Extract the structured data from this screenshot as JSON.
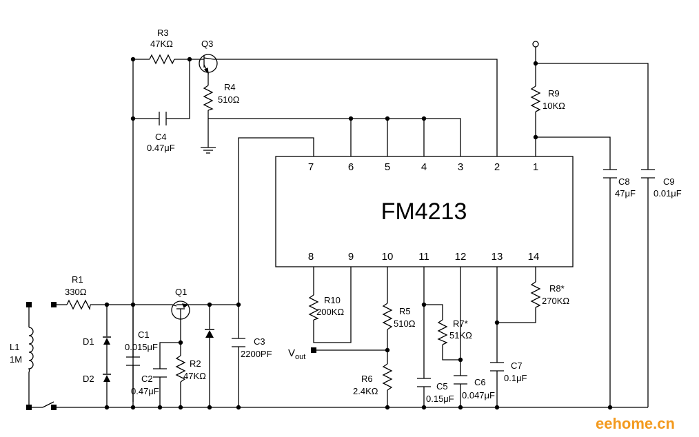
{
  "chip": {
    "name": "FM4213",
    "top_pins": [
      "7",
      "6",
      "5",
      "4",
      "3",
      "2",
      "1"
    ],
    "bottom_pins": [
      "8",
      "9",
      "10",
      "11",
      "12",
      "13",
      "14"
    ]
  },
  "components": {
    "R1": {
      "name": "R1",
      "value": "330Ω"
    },
    "R2": {
      "name": "R2",
      "value": "47KΩ"
    },
    "R3": {
      "name": "R3",
      "value": "47KΩ"
    },
    "R4": {
      "name": "R4",
      "value": "510Ω"
    },
    "R5": {
      "name": "R5",
      "value": "510Ω"
    },
    "R6": {
      "name": "R6",
      "value": "2.4KΩ"
    },
    "R7": {
      "name": "R7*",
      "value": "51KΩ"
    },
    "R8": {
      "name": "R8*",
      "value": "270KΩ"
    },
    "R9": {
      "name": "R9",
      "value": "10KΩ"
    },
    "R10": {
      "name": "R10",
      "value": "200KΩ"
    },
    "C1": {
      "name": "C1",
      "value": "0.015μF"
    },
    "C2": {
      "name": "C2",
      "value": "0.47μF"
    },
    "C3": {
      "name": "C3",
      "value": "2200PF"
    },
    "C4": {
      "name": "C4",
      "value": "0.47μF"
    },
    "C5": {
      "name": "C5",
      "value": "0.15μF"
    },
    "C6": {
      "name": "C6",
      "value": "0.047μF"
    },
    "C7": {
      "name": "C7",
      "value": "0.1μF"
    },
    "C8": {
      "name": "C8",
      "value": "47μF"
    },
    "C9": {
      "name": "C9",
      "value": "0.01μF"
    },
    "L1": {
      "name": "L1",
      "value": "1M"
    },
    "D1": {
      "name": "D1"
    },
    "D2": {
      "name": "D2"
    },
    "Q1": {
      "name": "Q1"
    },
    "Q3": {
      "name": "Q3"
    }
  },
  "vout": {
    "main": "V",
    "sub": "out"
  },
  "watermark": "eehome.cn",
  "colors": {
    "line": "#000000",
    "watermark": "#f39a1e",
    "background": "#ffffff"
  }
}
